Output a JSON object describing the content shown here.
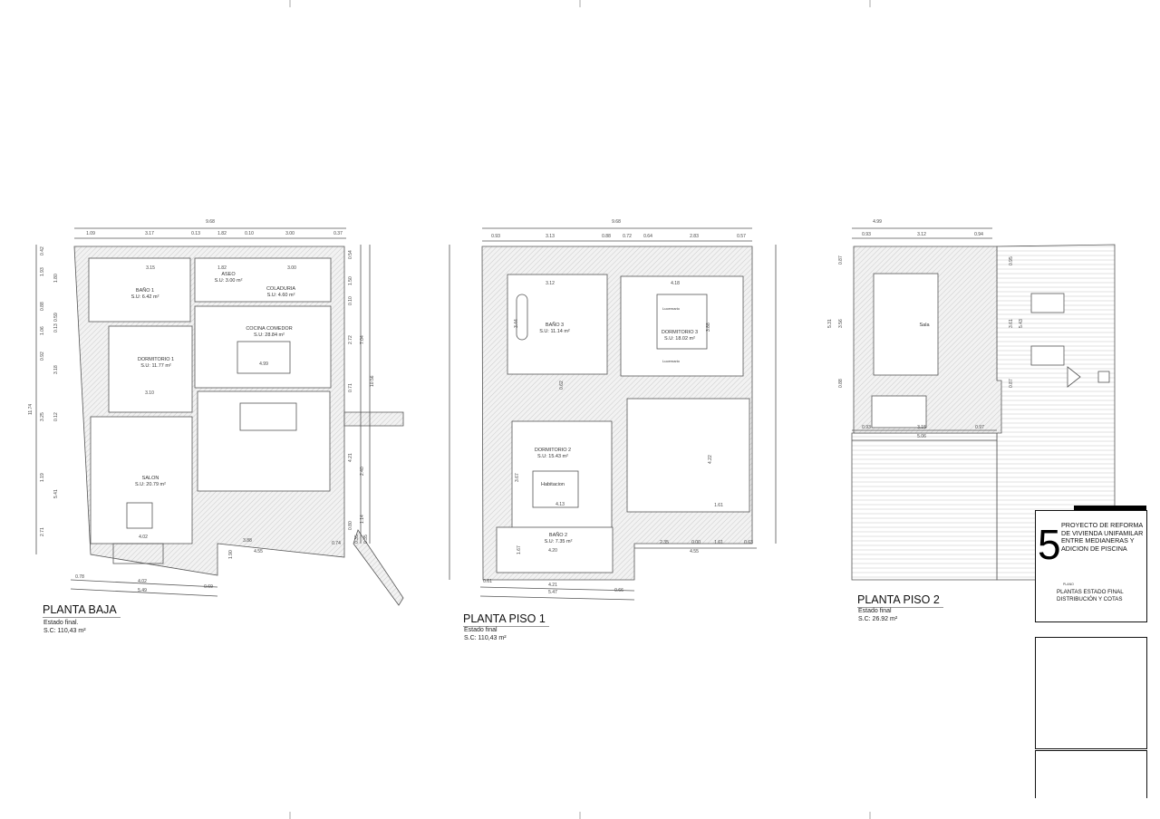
{
  "title_block": {
    "sheet_number": "5",
    "project_title": [
      "PROYECTO DE REFORMA",
      "DE VIVIENDA UNIFAMILAR",
      "ENTRE MEDIANERAS Y",
      "ADICION DE PISCINA"
    ],
    "plano_label": "PLANO",
    "plano_title": [
      "PLANTAS ESTADO FINAL",
      "DISTRIBUCIÓN Y COTAS"
    ]
  },
  "planta_baja": {
    "title": "PLANTA BAJA",
    "state": "Estado final.",
    "surface": "S.C: 110,43 m²",
    "rooms": [
      {
        "name": "BAÑO 1",
        "area": "S.U: 6.42 m²"
      },
      {
        "name": "ASEO",
        "area": "S.U: 3.00 m²"
      },
      {
        "name": "COLADURIA",
        "area": "S.U: 4.60 m²"
      },
      {
        "name": "COCINA COMEDOR",
        "area": "S.U: 28.84 m²"
      },
      {
        "name": "DORMITORIO 1",
        "area": "S.U: 11.77 m²"
      },
      {
        "name": "SALON",
        "area": "S.U: 20.79 m²"
      }
    ],
    "top_total": "9.68",
    "top_dims": [
      "1.09",
      "3.17",
      "0.13",
      "1.82",
      "0.10",
      "3.00",
      "0.37"
    ],
    "inner_dims": [
      "3.15",
      "1.82",
      "3.00",
      "4.99",
      "3.10",
      "4.02",
      "3.88",
      "0.74",
      "4.55",
      "1.90"
    ],
    "bottom_dims": [
      "0.78",
      "4.02",
      "0.69",
      "5.49"
    ],
    "left_dims": [
      "0.42",
      "1.93",
      "1.80",
      "0.88",
      "0.59",
      "1.06",
      "0.13",
      "0.92",
      "3.18",
      "0.12",
      "3.25",
      "1.19",
      "5.41",
      "2.71",
      "11.74"
    ],
    "right_dims": [
      "0.54",
      "1.50",
      "0.10",
      "2.72",
      "0.71",
      "7.04",
      "10.56",
      "4.21",
      "2.40",
      "1.14",
      "0.80",
      "0.35",
      "0.35"
    ]
  },
  "planta_piso_1": {
    "title": "PLANTA PISO 1",
    "state": "Estado final",
    "surface": "S.C: 110,43 m²",
    "rooms": [
      {
        "name": "BAÑO 3",
        "area": "S.U: 11.14 m²"
      },
      {
        "name": "DORMITORIO 3",
        "area": "S.U: 18.02 m²"
      },
      {
        "name": "DORMITORIO 2",
        "area": "S.U: 15.43 m²"
      },
      {
        "name": "Habitacion",
        "area": ""
      },
      {
        "name": "BAÑO 2",
        "area": "S.U: 7.35 m²"
      }
    ],
    "top_total": "9.68",
    "top_dims": [
      "0.93",
      "3.13",
      "0.88",
      "0.72",
      "0.64",
      "2.83",
      "0.57"
    ],
    "inner_dims": [
      "3.12",
      "3.44",
      "4.18",
      "3.88",
      "0.62",
      "3.67",
      "4.13",
      "4.20",
      "1.67",
      "4.22",
      "1.61"
    ],
    "bottom_dims": [
      "0.61",
      "4.21",
      "5.47",
      "0.66",
      "2.35",
      "0.00",
      "1.61",
      "0.63",
      "4.55"
    ],
    "labels": [
      "Lucernario",
      "Lucernario"
    ]
  },
  "planta_piso_2": {
    "title": "PLANTA PISO 2",
    "state": "Estado final",
    "surface": "S.C:   26.92 m²",
    "rooms": [
      {
        "name": "Sala"
      }
    ],
    "top_total": "4.99",
    "top_dims": [
      "0.93",
      "3.12",
      "0.94"
    ],
    "bottom_dims": [
      "0.93",
      "3.15",
      "0.97"
    ],
    "bottom_total": "5.06",
    "side_dims": [
      "0.87",
      "3.56",
      "5.31",
      "0.88",
      "0.95",
      "3.61",
      "5.43",
      "0.87"
    ]
  }
}
